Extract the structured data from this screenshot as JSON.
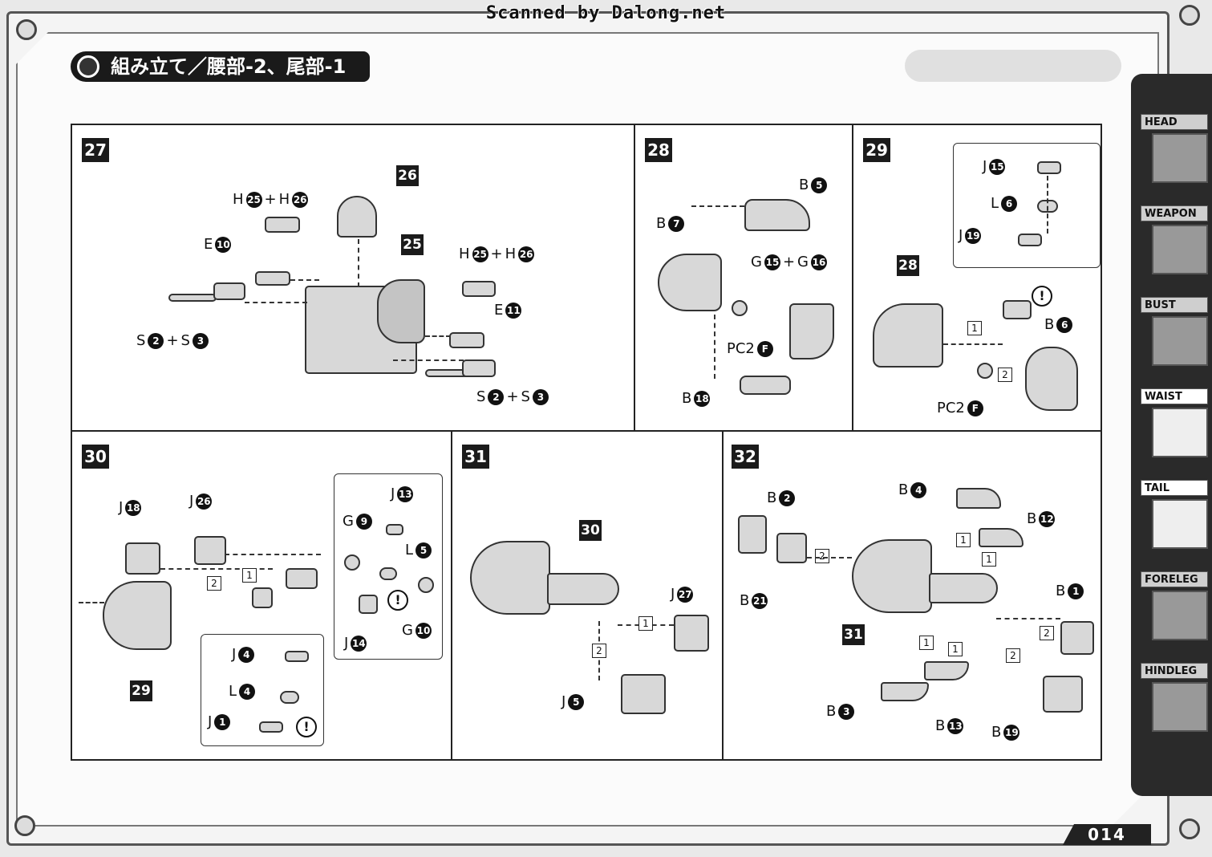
{
  "watermark": "Scanned by Dalong.net",
  "title": "組み立て／腰部-2、尾部-1",
  "page_number": "014",
  "tabs": [
    {
      "label": "HEAD",
      "icon": "head-icon"
    },
    {
      "label": "WEAPON",
      "icon": "weapon-icon"
    },
    {
      "label": "BUST",
      "icon": "bust-icon"
    },
    {
      "label": "WAIST",
      "icon": "waist-icon"
    },
    {
      "label": "TAIL",
      "icon": "tail-icon"
    },
    {
      "label": "FORELEG",
      "icon": "foreleg-icon"
    },
    {
      "label": "HINDLEG",
      "icon": "hindleg-icon"
    }
  ],
  "step27": {
    "number": "27",
    "sub_26": "26",
    "sub_25": "25",
    "h1": {
      "a": "H",
      "an": "25",
      "plus": "+",
      "b": "H",
      "bn": "26"
    },
    "e1": {
      "a": "E",
      "an": "10"
    },
    "s1": {
      "a": "S",
      "an": "2",
      "plus": "+",
      "b": "S",
      "bn": "3"
    },
    "h2": {
      "a": "H",
      "an": "25",
      "plus": "+",
      "b": "H",
      "bn": "26"
    },
    "e2": {
      "a": "E",
      "an": "11"
    },
    "s2": {
      "a": "S",
      "an": "2",
      "plus": "+",
      "b": "S",
      "bn": "3"
    }
  },
  "step28": {
    "number": "28",
    "b5": {
      "a": "B",
      "an": "5"
    },
    "b7": {
      "a": "B",
      "an": "7"
    },
    "g": {
      "a": "G",
      "an": "15",
      "plus": "+",
      "b": "G",
      "bn": "16"
    },
    "pc2": {
      "a": "PC2",
      "an": "F"
    },
    "b18": {
      "a": "B",
      "an": "18"
    }
  },
  "step29": {
    "number": "29",
    "sub_28": "28",
    "j15": {
      "a": "J",
      "an": "15"
    },
    "l6": {
      "a": "L",
      "an": "6"
    },
    "j19": {
      "a": "J",
      "an": "19"
    },
    "b6": {
      "a": "B",
      "an": "6"
    },
    "pc2": {
      "a": "PC2",
      "an": "F"
    },
    "seq1": "1",
    "seq2": "2",
    "warn": "!"
  },
  "step30": {
    "number": "30",
    "sub_29": "29",
    "j18": {
      "a": "J",
      "an": "18"
    },
    "j26": {
      "a": "J",
      "an": "26"
    },
    "j13": {
      "a": "J",
      "an": "13"
    },
    "g9": {
      "a": "G",
      "an": "9"
    },
    "l5": {
      "a": "L",
      "an": "5"
    },
    "g10": {
      "a": "G",
      "an": "10"
    },
    "j14": {
      "a": "J",
      "an": "14"
    },
    "j4": {
      "a": "J",
      "an": "4"
    },
    "l4": {
      "a": "L",
      "an": "4"
    },
    "j1": {
      "a": "J",
      "an": "1"
    },
    "seq1": "1",
    "seq2": "2",
    "warn": "!"
  },
  "step31": {
    "number": "31",
    "sub_30": "30",
    "j27": {
      "a": "J",
      "an": "27"
    },
    "j5": {
      "a": "J",
      "an": "5"
    },
    "seq1": "1",
    "seq2": "2"
  },
  "step32": {
    "number": "32",
    "sub_31": "31",
    "b4": {
      "a": "B",
      "an": "4"
    },
    "b2": {
      "a": "B",
      "an": "2"
    },
    "b12": {
      "a": "B",
      "an": "12"
    },
    "b1": {
      "a": "B",
      "an": "1"
    },
    "b21": {
      "a": "B",
      "an": "21"
    },
    "b3": {
      "a": "B",
      "an": "3"
    },
    "b13": {
      "a": "B",
      "an": "13"
    },
    "b19": {
      "a": "B",
      "an": "19"
    },
    "seq1": "1",
    "seq2": "2"
  }
}
